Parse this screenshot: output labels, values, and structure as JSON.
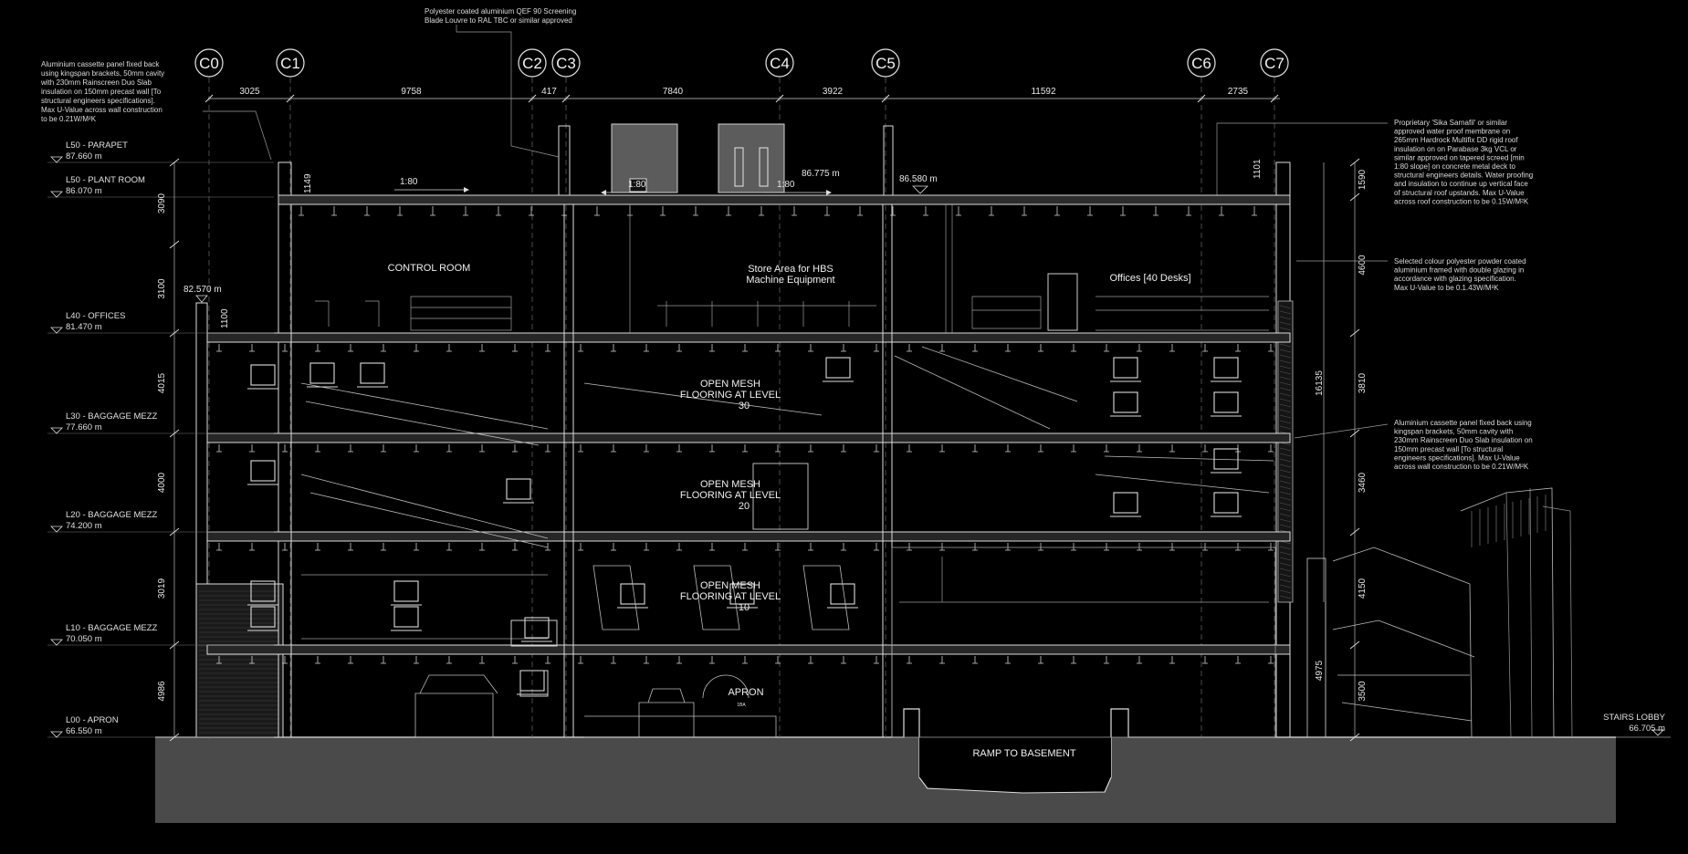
{
  "gridlines": [
    "C0",
    "C1",
    "C2",
    "C3",
    "C4",
    "C5",
    "C6",
    "C7"
  ],
  "top_dimensions": [
    "3025",
    "9758",
    "417",
    "7840",
    "3922",
    "11592",
    "2735"
  ],
  "levels": [
    {
      "name": "L50 - PARAPET",
      "elevation": "87.660 m"
    },
    {
      "name": "L50 - PLANT ROOM",
      "elevation": "86.070 m"
    },
    {
      "name": "L40 - OFFICES",
      "elevation": "81.470 m"
    },
    {
      "name": "L30 - BAGGAGE MEZZ",
      "elevation": "77.660 m"
    },
    {
      "name": "L20 - BAGGAGE MEZZ",
      "elevation": "74.200 m"
    },
    {
      "name": "L10 - BAGGAGE MEZZ",
      "elevation": "70.050 m"
    },
    {
      "name": "L00 - APRON",
      "elevation": "66.550 m"
    }
  ],
  "left_dimensions": [
    "3090",
    "3100",
    "4015",
    "4000",
    "3019",
    "4986"
  ],
  "small_dimensions": {
    "parapet_left": "1149",
    "offices_left": "1100",
    "parapet_right": "1101"
  },
  "right_dimensions": [
    "1590",
    "4600",
    "3810",
    "3460",
    "4150",
    "3500"
  ],
  "overall_dimensions": {
    "upper": "16135",
    "lower": "4975"
  },
  "spot_levels": {
    "offices_ledge": "82.570 m",
    "roof_mid": "86.775 m",
    "roof_right": "86.580 m"
  },
  "stairs_lobby": {
    "name": "STAIRS LOBBY",
    "elevation": "66.705 m"
  },
  "slopes": [
    "1:80",
    "1:80",
    "1:80"
  ],
  "rooms": {
    "control_room": "CONTROL ROOM",
    "store_line1": "Store Area for HBS",
    "store_line2": "Machine Equipment",
    "offices": "Offices [40 Desks]",
    "mesh30": [
      "OPEN MESH",
      "FLOORING AT LEVEL",
      "30"
    ],
    "mesh20": [
      "OPEN MESH",
      "FLOORING AT LEVEL",
      "20"
    ],
    "mesh10": [
      "OPEN MESH",
      "FLOORING AT LEVEL",
      "10"
    ],
    "apron": "APRON",
    "apron_tag": "1BA",
    "ramp": "RAMP TO BASEMENT"
  },
  "notes": {
    "top_louvre": [
      "Polyester coated aluminium QEF 90 Screening",
      "Blade Louvre to RAL TBC or similar approved"
    ],
    "left_cassette": [
      "Aluminium cassette panel fixed back",
      "using kingspan brackets, 50mm cavity",
      "with 230mm Rainscreen Duo Slab",
      "insulation on 150mm precast wall [To",
      "structural engineers specifications].",
      "Max U-Value across wall construction",
      "to be 0.21W/M²K"
    ],
    "right_roof": [
      "Proprietary 'Sika Sarnafil' or similar",
      "approved water proof membrane on",
      "265mm Hardrock Multifix DD rigid roof",
      "insulation on on Parabase 3kg VCL or",
      "similar approved on tapered screed [min",
      "1:80 slope] on concrete metal deck to",
      "structural engineers details. Water proofing",
      "and insulation to continue up vertical face",
      "of structural roof upstands. Max U-Value",
      "across roof construction to be 0.15W/M²K"
    ],
    "right_glazing": [
      "Selected colour polyester powder coated",
      "aluminium framed with double glazing in",
      "accordance with glazing specification.",
      "Max U-Value to be 0.1.43W/M²K"
    ],
    "right_cassette": [
      "Aluminium cassette panel fixed back using",
      "kingspan brackets, 50mm cavity with",
      "230mm Rainscreen Duo Slab insulation on",
      "150mm precast wall [To structural",
      "engineers specifications]. Max U-Value",
      "across wall construction to be 0.21W/M²K"
    ]
  },
  "colors": {
    "background": "#000000",
    "linework": "#dcdcdc",
    "ground": "#4a4a4a",
    "plant": "#5c5c5c"
  }
}
